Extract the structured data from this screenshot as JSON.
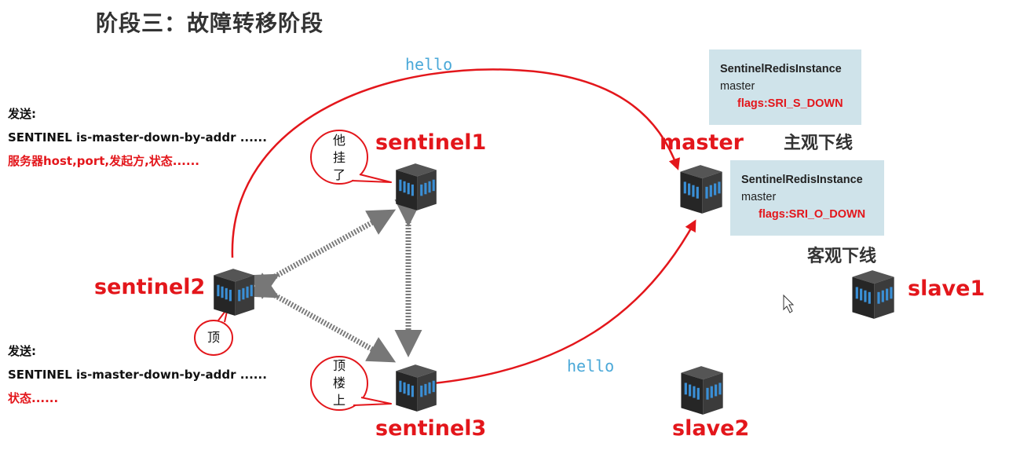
{
  "title": "阶段三：故障转移阶段",
  "nodes": {
    "sentinel1": "sentinel1",
    "sentinel2": "sentinel2",
    "sentinel3": "sentinel3",
    "master": "master",
    "slave1": "slave1",
    "slave2": "slave2"
  },
  "hello_labels": [
    "hello",
    "hello"
  ],
  "bubbles": {
    "sentinel1": "他挂了",
    "sentinel2": "顶",
    "sentinel3": "顶楼上"
  },
  "messages": {
    "top": {
      "line1": "发送:",
      "line2": "SENTINEL is-master-down-by-addr ......",
      "line3": "服务器host,port,发起方,状态......"
    },
    "bottom": {
      "line1": "发送:",
      "line2": "SENTINEL is-master-down-by-addr ......",
      "line3": "状态......"
    }
  },
  "infoboxes": {
    "sdown": {
      "head": "SentinelRedisInstance",
      "type": "master",
      "flags": "flags:SRI_S_DOWN",
      "state": "主观下线"
    },
    "odown": {
      "head": "SentinelRedisInstance",
      "type": "master",
      "flags": "flags:SRI_O_DOWN",
      "state": "客观下线"
    }
  },
  "colors": {
    "accent_red": "#e3161b",
    "hello_blue": "#4aa8d8",
    "infobox_bg": "#cfe3ea",
    "server_dark": "#2b2b2b"
  }
}
